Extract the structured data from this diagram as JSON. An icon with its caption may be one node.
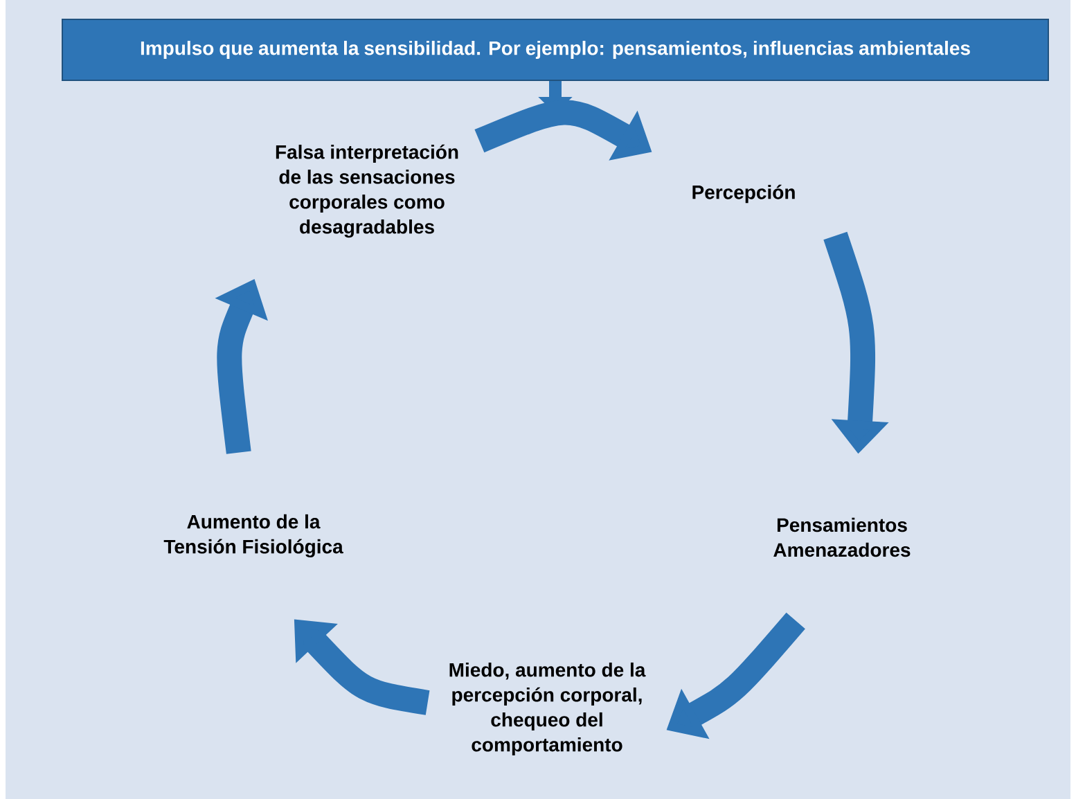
{
  "diagram": {
    "nodes": [
      {
        "text": [
          "Impulso que aumenta la sensibilidad. Por ejemplo: pensamientos, influencias ambientales"
        ]
      },
      {
        "text": [
          "Percepción"
        ]
      },
      {
        "text": [
          "Pensamientos Amenazadores"
        ]
      },
      {
        "text": [
          "Miedo, aumento de la percepción corporal, chequeo del comportamiento"
        ]
      },
      {
        "text": [
          "Aumento de la Tensión Fisiológica"
        ]
      },
      {
        "text": [
          "Falsa interpretación de las sensaciones corporales como desagradables"
        ]
      }
    ],
    "edges": [
      {
        "from": 0,
        "to": null,
        "arrow": "to"
      },
      {
        "from": 5,
        "to": 1,
        "arrow": "to"
      },
      {
        "from": 1,
        "to": 2,
        "arrow": "to"
      },
      {
        "from": 2,
        "to": 3,
        "arrow": "to"
      },
      {
        "from": 3,
        "to": 4,
        "arrow": "to"
      },
      {
        "from": 4,
        "to": 5,
        "arrow": "to"
      }
    ]
  }
}
